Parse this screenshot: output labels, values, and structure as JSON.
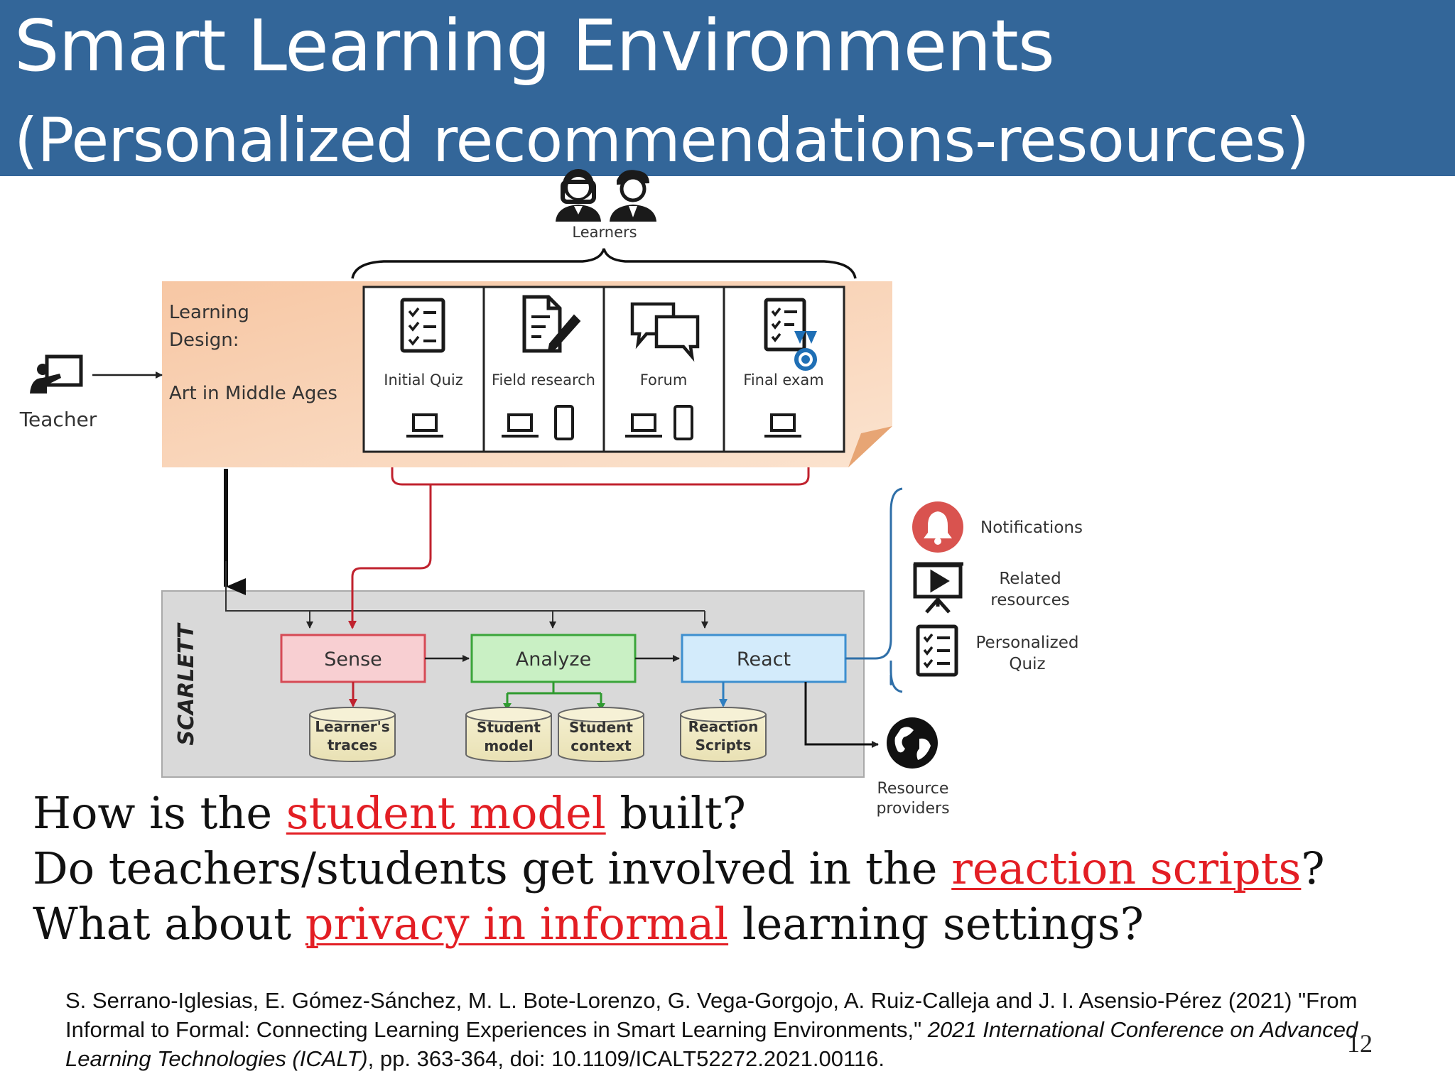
{
  "slide": {
    "title_line1": "Smart Learning Environments",
    "title_line2": "(Personalized recommendations-resources)",
    "page_number": "12"
  },
  "diagram": {
    "learners_label": "Learners",
    "teacher_label": "Teacher",
    "learning_design_label_line1": "Learning",
    "learning_design_label_line2": "Design:",
    "learning_design_topic": "Art in Middle Ages",
    "activities": [
      {
        "label": "Initial Quiz"
      },
      {
        "label": "Field research"
      },
      {
        "label": "Forum"
      },
      {
        "label": "Final exam"
      }
    ],
    "system_label": "SCARLETT",
    "stages": {
      "sense": "Sense",
      "analyze": "Analyze",
      "react": "React"
    },
    "stores": {
      "traces_line1": "Learner's",
      "traces_line2": "traces",
      "model_line1": "Student",
      "model_line2": "model",
      "context_line1": "Student",
      "context_line2": "context",
      "scripts_line1": "Reaction",
      "scripts_line2": "Scripts"
    },
    "outputs": {
      "notifications": "Notifications",
      "related_line1": "Related",
      "related_line2": "resources",
      "quiz_line1": "Personalized",
      "quiz_line2": "Quiz",
      "providers_line1": "Resource",
      "providers_line2": "providers"
    }
  },
  "questions": {
    "q1_pre": "How is the ",
    "q1_hl": "student model",
    "q1_post": " built?",
    "q2_pre": "Do teachers/students get involved in the ",
    "q2_hl": "reaction scripts",
    "q2_post": "?",
    "q3_pre": "What about ",
    "q3_hl": "privacy in informal",
    "q3_post": " learning settings?"
  },
  "reference": {
    "text_1": "S. Serrano-Iglesias, E. Gómez-Sánchez, M. L. Bote-Lorenzo, G. Vega-Gorgojo, A. Ruiz-Calleja and J. I. Asensio-Pérez (2021) \"From Informal to Formal: Connecting Learning Experiences in Smart Learning Environments,\" ",
    "venue": "2021 International Conference on Advanced Learning Technologies (ICALT)",
    "text_2": ", pp. 363-364, doi: 10.1109/ICALT52272.2021.00116."
  },
  "colors": {
    "title_bar": "#336699",
    "highlight": "#e31e24",
    "sense_fill": "#f8cfd2",
    "analyze_fill": "#c9f0c4",
    "react_fill": "#d3ebfb",
    "design_fill": "#f8c9a2",
    "scarlett_fill": "#d8d8d8"
  }
}
